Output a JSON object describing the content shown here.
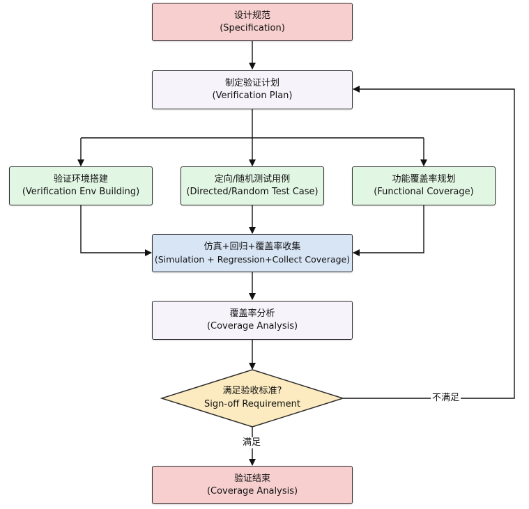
{
  "nodes": {
    "spec": {
      "zh": "设计规范",
      "en": "(Specification)"
    },
    "plan": {
      "zh": "制定验证计划",
      "en": "(Verification Plan)"
    },
    "env": {
      "zh": "验证环境搭建",
      "en": "(Verification Env Building)"
    },
    "testcase": {
      "zh": "定向/随机测试用例",
      "en": "(Directed/Random Test Case)"
    },
    "funccov": {
      "zh": "功能覆盖率规划",
      "en": "(Functional Coverage)"
    },
    "sim": {
      "zh": "仿真+回归+覆盖率收集",
      "en": "(Simulation + Regression+Collect Coverage)"
    },
    "analysis": {
      "zh": "覆盖率分析",
      "en": "(Coverage Analysis)"
    },
    "decision": {
      "zh": "满足验收标准?",
      "en": "Sign-off Requirement"
    },
    "done": {
      "zh": "验证结束",
      "en": "(Coverage Analysis)"
    }
  },
  "edge_labels": {
    "not_met": "不满足",
    "met": "满足"
  },
  "colors": {
    "red_fill": "#f7cfcf",
    "lavender_fill": "#f7f3fb",
    "green_fill": "#e2f6e4",
    "blue_fill": "#d8e5f5",
    "decision_fill": "#fcebc0",
    "stroke": "#2b2b2b"
  }
}
